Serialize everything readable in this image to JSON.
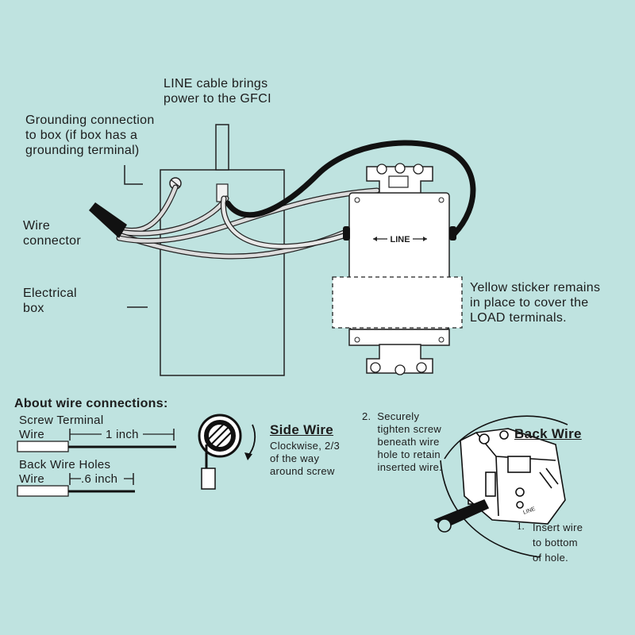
{
  "labels": {
    "line_cable": "LINE cable brings\npower to the GFCI",
    "grounding": "Grounding connection\nto box (if box has a\ngrounding terminal)",
    "wire_connector": "Wire\nconnector",
    "electrical_box": "Electrical\nbox",
    "yellow_sticker": "Yellow sticker remains\nin place to cover the\nLOAD terminals.",
    "line_marking": "LINE"
  },
  "wire_connections": {
    "heading": "About wire connections:",
    "screw_terminal": "Screw Terminal",
    "screw_wire": "Wire",
    "screw_length": "1 inch",
    "back_wire_holes": "Back Wire Holes",
    "back_wire": "Wire",
    "back_length": ".6 inch"
  },
  "side_wire": {
    "title": "Side Wire",
    "text": "Clockwise, 2/3\nof the way\naround screw"
  },
  "back_wire": {
    "title": "Back Wire",
    "step2": "2.  Securely\n     tighten screw\n     beneath wire\n     hole to retain\n     inserted wire.",
    "step1_num": "1.",
    "step1": "Insert wire\nto bottom\nof hole.",
    "line_small": "LINE"
  }
}
